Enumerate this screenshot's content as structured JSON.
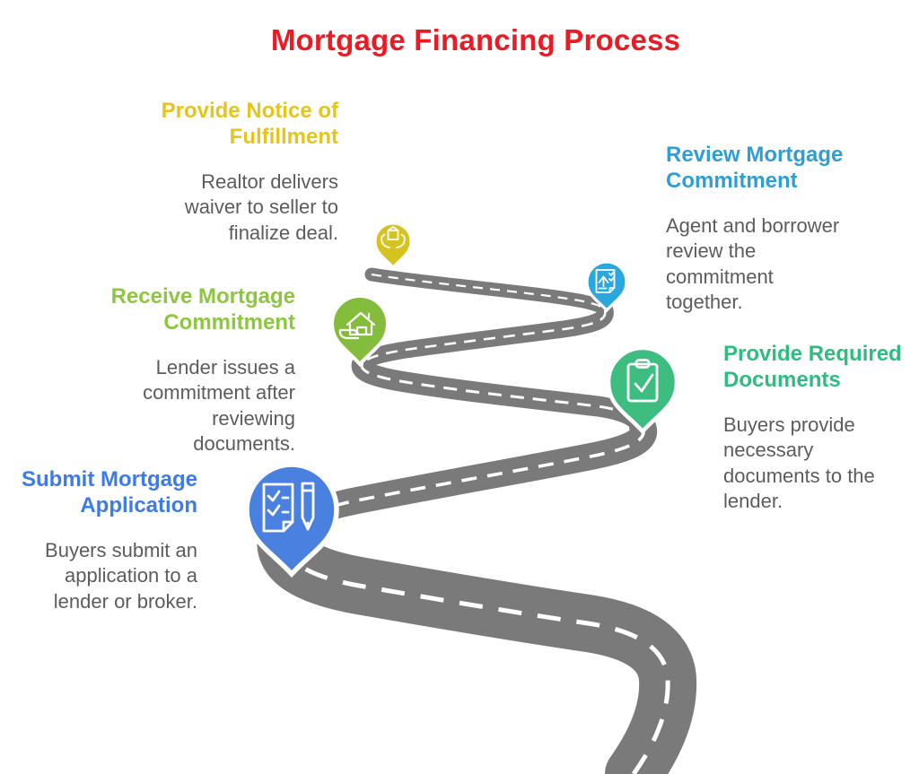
{
  "title": {
    "text": "Mortgage Financing Process",
    "color": "#EC1B23"
  },
  "colors": {
    "background": "#FFFFFF",
    "road": "#7A7A7A",
    "road_edge": "#FFFFFF",
    "road_dash": "#FFFFFF",
    "body_text": "#5B5C5E"
  },
  "steps": [
    {
      "name": "submit-mortgage-application",
      "heading": "Submit Mortgage\nApplication",
      "body": "Buyers submit an\napplication to a\nlender or broker.",
      "accent": "#3E7BE8",
      "pin_color": "#4A80E0",
      "icon": "document-checklist-pen-icon"
    },
    {
      "name": "provide-required-documents",
      "heading": "Provide Required\nDocuments",
      "body": "Buyers provide\nnecessary\ndocuments to the\nlender.",
      "accent": "#2EBD81",
      "pin_color": "#3DBE80",
      "icon": "clipboard-check-icon"
    },
    {
      "name": "receive-mortgage-commitment",
      "heading": "Receive Mortgage\nCommitment",
      "body": "Lender issues a\ncommitment after\nreviewing\ndocuments.",
      "accent": "#8DC63F",
      "pin_color": "#84BC3B",
      "icon": "hand-house-icon"
    },
    {
      "name": "review-mortgage-commitment",
      "heading": "Review Mortgage\nCommitment",
      "body": "Agent and borrower\nreview the\ncommitment\ntogether.",
      "accent": "#2E9FD6",
      "pin_color": "#29A7DE",
      "icon": "approved-document-icon"
    },
    {
      "name": "provide-notice-of-fulfillment",
      "heading": "Provide Notice of\nFulfillment",
      "body": "Realtor delivers\nwaiver to seller to\nfinalize deal.",
      "accent": "#E3C51B",
      "pin_color": "#D7C31F",
      "icon": "hands-holding-box-icon"
    }
  ]
}
